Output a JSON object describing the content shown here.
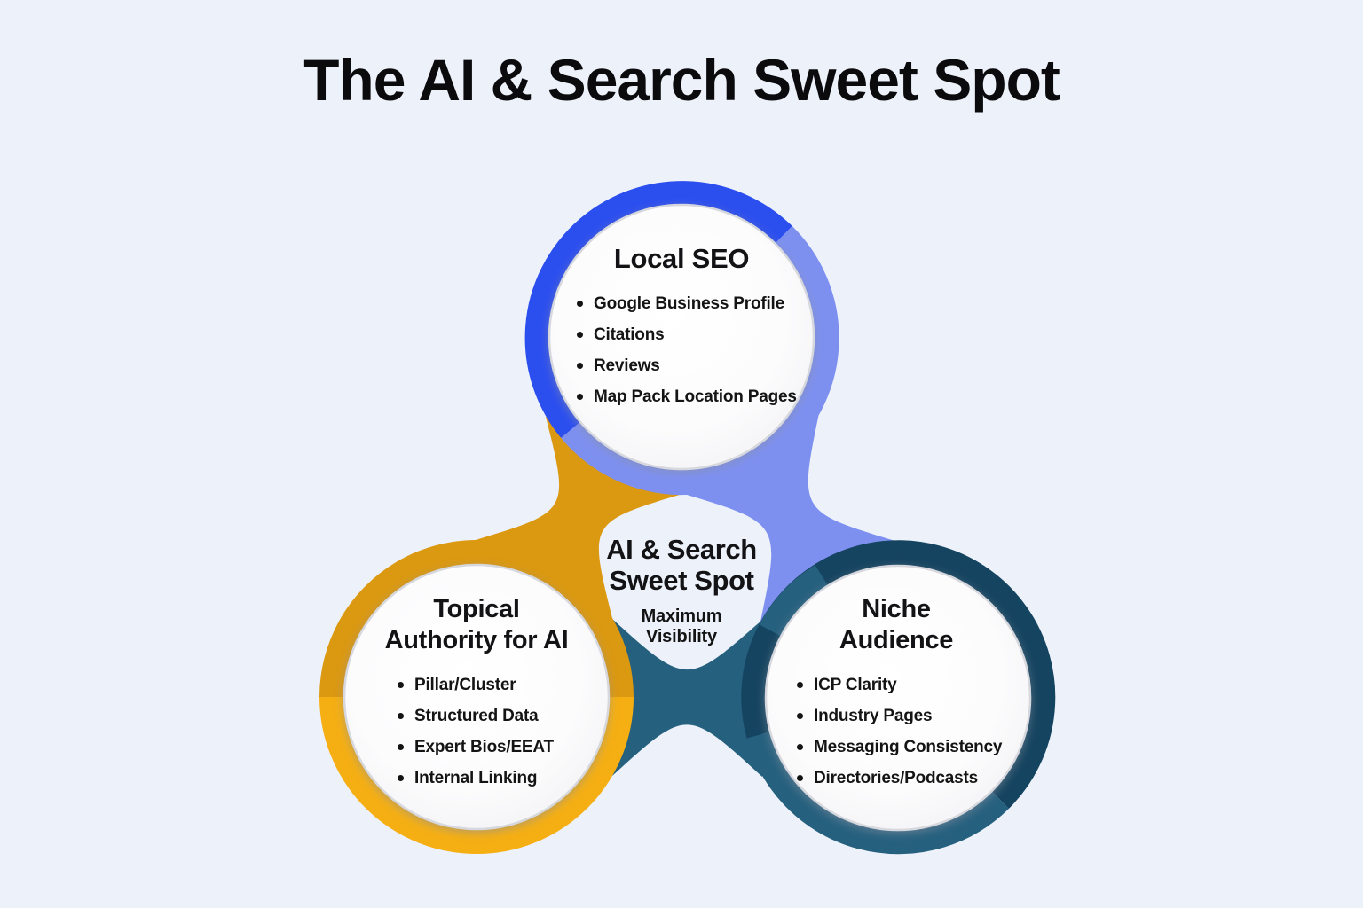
{
  "title": "The AI & Search Sweet Spot",
  "circles": [
    {
      "id": "local-seo",
      "title": "Local SEO",
      "items": [
        "Google Business Profile",
        "Citations",
        "Reviews",
        "Map Pack Location Pages"
      ]
    },
    {
      "id": "topical-authority",
      "title_lines": [
        "Topical",
        "Authority for AI"
      ],
      "items": [
        "Pillar/Cluster",
        "Structured Data",
        "Expert Bios/EEAT",
        "Internal Linking"
      ]
    },
    {
      "id": "niche-audience",
      "title_lines": [
        "Niche",
        "Audience"
      ],
      "items": [
        "ICP Clarity",
        "Industry Pages",
        "Messaging Consistency",
        "Directories/Podcasts"
      ]
    }
  ],
  "center": {
    "title_lines": [
      "AI & Search",
      "Sweet Spot"
    ],
    "subtitle_lines": [
      "Maximum",
      "Visibility"
    ]
  },
  "colors": {
    "background": "#EDF1FA",
    "title_text": "#0B0B0E",
    "blue_dark": "#2B4EEF",
    "blue_light": "#7D90F0",
    "amber_dark": "#DB9911",
    "amber_light": "#F5AF13",
    "teal_dark": "#154460",
    "teal_light": "#25607E",
    "inner_circle_fill": "#FFFFFF",
    "inner_circle_rim": "#D6D8DE",
    "body_text": "#141414"
  }
}
